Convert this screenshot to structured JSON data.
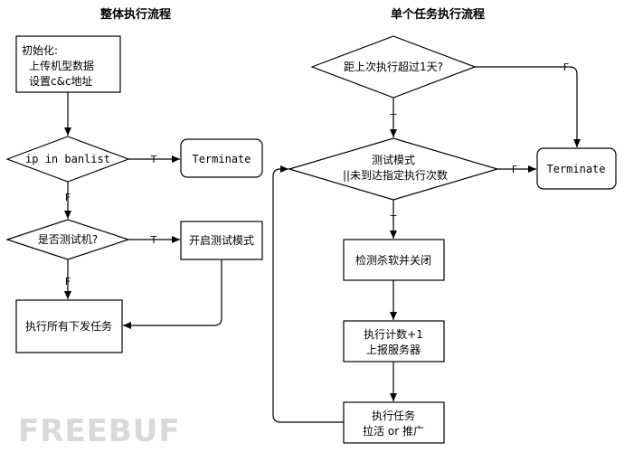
{
  "titles": {
    "left": "整体执行流程",
    "right": "单个任务执行流程"
  },
  "left_flow": {
    "init": [
      "初始化:",
      "上传机型数据",
      "设置c&c地址"
    ],
    "banlist_check": "ip in banlist",
    "terminate": "Terminate",
    "test_machine_check": "是否测试机?",
    "enable_test_mode": "开启测试模式",
    "run_tasks": "执行所有下发任务"
  },
  "right_flow": {
    "days_check": "距上次执行超过1天?",
    "mode_check": [
      "测试模式",
      "||未到达指定执行次数"
    ],
    "terminate": "Terminate",
    "kill_av": "检测杀软并关闭",
    "count": [
      "执行计数+1",
      "上报服务器"
    ],
    "task": [
      "执行任务",
      "拉活 or 推广"
    ]
  },
  "edge_labels": {
    "true": "T",
    "false": "F"
  },
  "watermark": "FREEBUF"
}
